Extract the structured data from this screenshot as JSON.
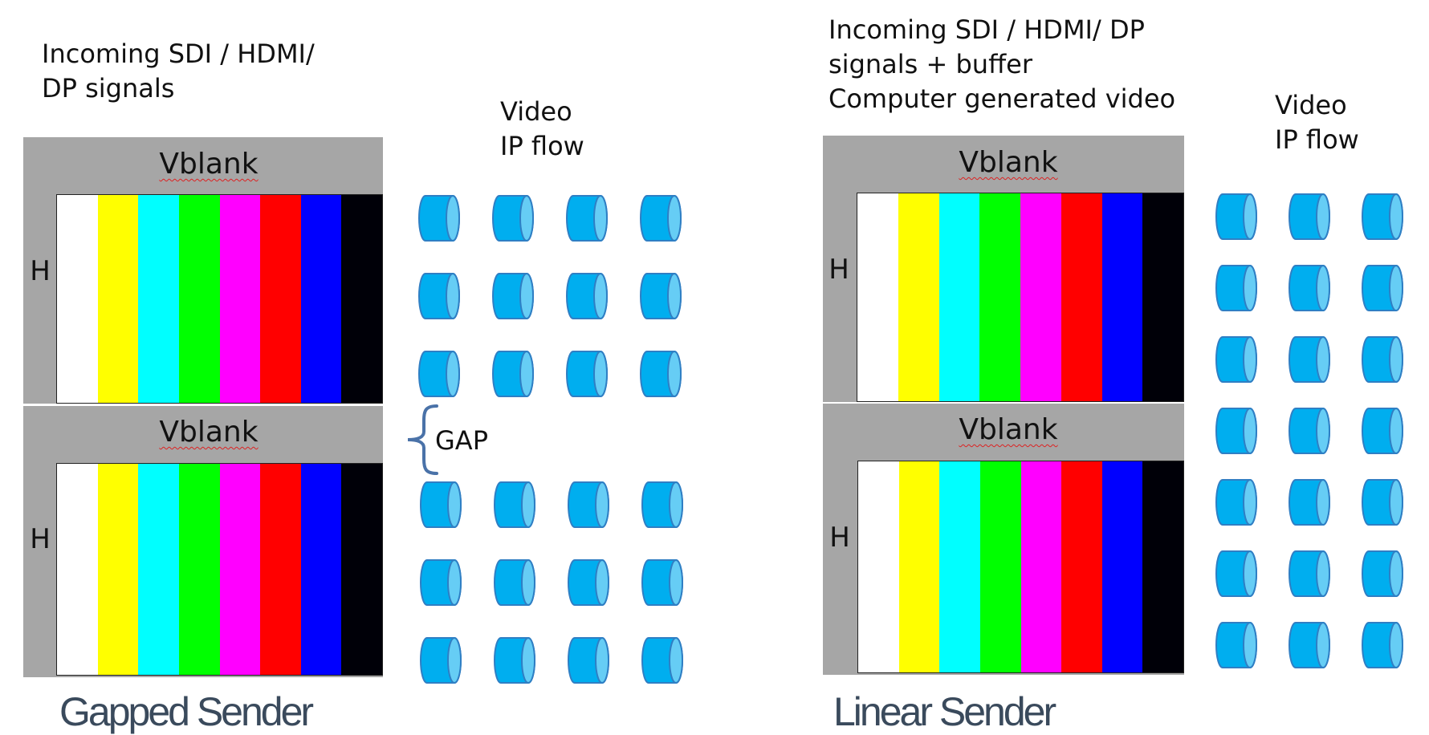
{
  "bar_colors": [
    "#ffffff",
    "#ffff00",
    "#00ffff",
    "#00ff00",
    "#ff00ff",
    "#ff0000",
    "#0000ff",
    "#000008"
  ],
  "colors": {
    "frame_gray": "#a6a6a6",
    "packet_fill": "#00aeef",
    "packet_cap": "#66cdf5",
    "packet_stroke": "#2f7fc4",
    "brace": "#4a72a8",
    "sender_title": "#3a4a5c"
  },
  "left": {
    "caption": "Incoming SDI / HDMI/\nDP signals",
    "flow_label": "Video\nIP flow",
    "gap_label": "GAP",
    "vblank_top": "Vblank",
    "vblank_bottom": "Vblank",
    "h_top": "H",
    "h_bottom": "H",
    "title": "Gapped Sender",
    "packet_groups": [
      {
        "rows": 3,
        "cols": 4
      },
      {
        "rows": 3,
        "cols": 4
      }
    ]
  },
  "right": {
    "caption": "Incoming SDI / HDMI/ DP\nsignals + buffer\nComputer generated video",
    "flow_label": "Video\n IP flow",
    "vblank_top": "Vblank",
    "vblank_bottom": "Vblank",
    "h_top": "H",
    "h_bottom": "H",
    "title": "Linear Sender",
    "packet_groups": [
      {
        "rows": 7,
        "cols": 3
      }
    ]
  }
}
